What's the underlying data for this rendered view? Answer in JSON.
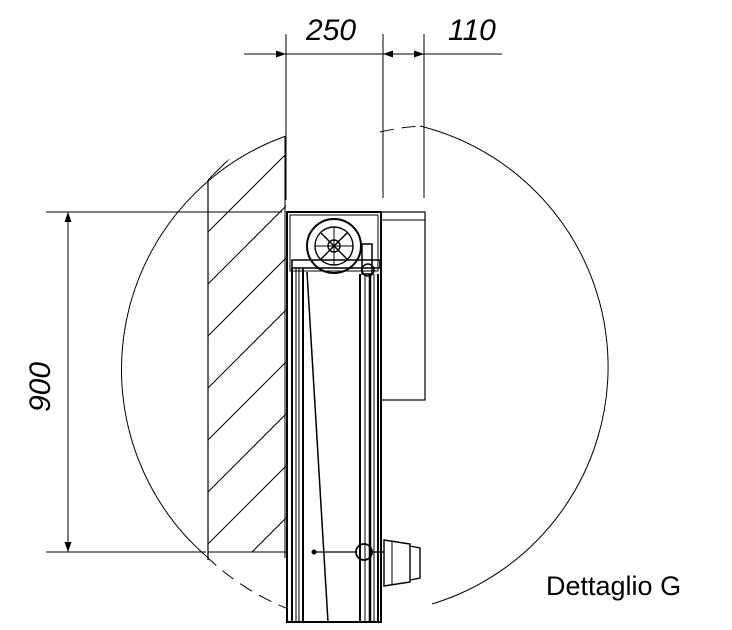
{
  "dimensions": {
    "horizontal_left": "250",
    "horizontal_right": "110",
    "vertical": "900"
  },
  "caption": "Dettaglio G",
  "colors": {
    "line": "#000000",
    "background": "#ffffff"
  }
}
